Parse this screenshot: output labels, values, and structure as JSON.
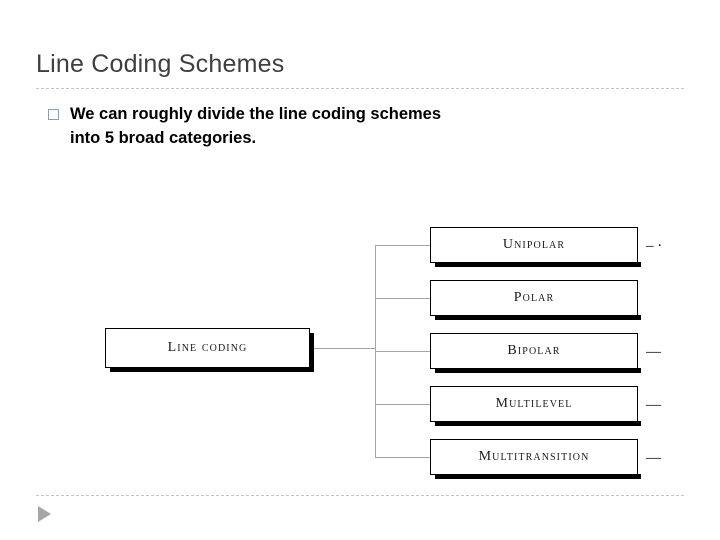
{
  "slide": {
    "title": "Line Coding Schemes",
    "bullet": {
      "marker": "square-bullet",
      "line1": "We can roughly divide the line coding schemes",
      "line2": "into 5 broad categories."
    },
    "footer_icon": "play-triangle-icon"
  },
  "diagram": {
    "type": "tree",
    "root": "Line coding",
    "children": [
      "Unipolar",
      "Polar",
      "Bipolar",
      "Multilevel",
      "Multitransition"
    ],
    "trailing_marks": [
      "– ·",
      "",
      "—",
      "—",
      "—"
    ]
  }
}
